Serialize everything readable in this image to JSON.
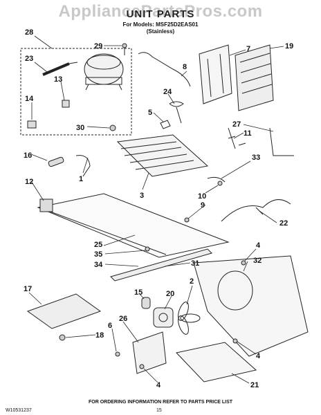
{
  "header": {
    "watermark": "AppliancePartsPros.com",
    "title": "UNIT PARTS",
    "models_line": "For Models: MSF25D2EAS01",
    "finish_line": "(Stainless)"
  },
  "callouts": [
    "28",
    "29",
    "23",
    "13",
    "14",
    "30",
    "7",
    "19",
    "8",
    "24",
    "5",
    "27",
    "11",
    "16",
    "1",
    "12",
    "3",
    "33",
    "10",
    "9",
    "22",
    "25",
    "35",
    "34",
    "31",
    "4",
    "32",
    "2",
    "17",
    "15",
    "20",
    "26",
    "6",
    "18",
    "4",
    "21",
    "4"
  ],
  "footer": {
    "ordering_note": "FOR ORDERING INFORMATION REFER TO PARTS PRICE LIST",
    "doc_id": "W10531237",
    "page_number": "15"
  },
  "colors": {
    "line": "#222222",
    "watermark": "#c8c8c8"
  }
}
